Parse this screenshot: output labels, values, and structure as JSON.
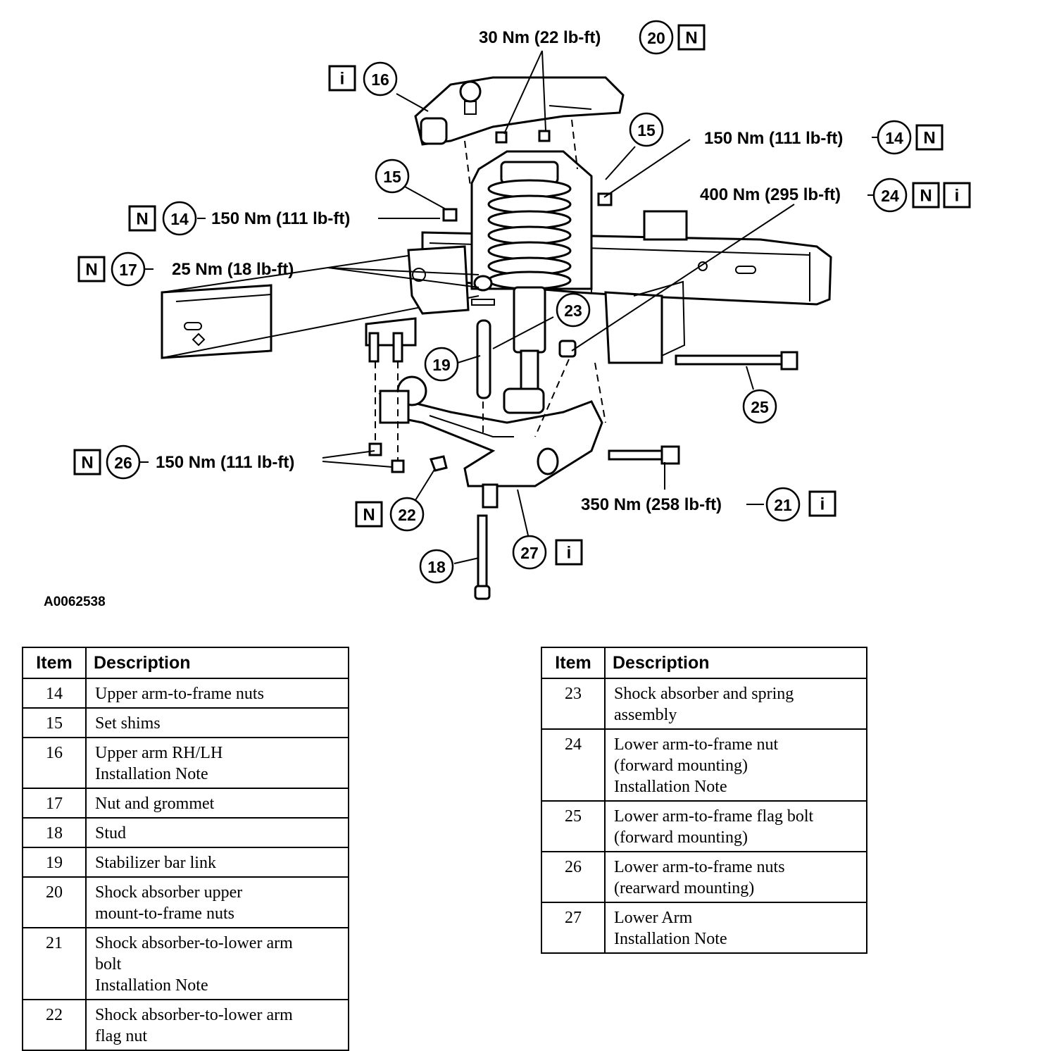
{
  "figure_id": "A0062538",
  "torque_labels": {
    "t20": "30 Nm (22 lb-ft)",
    "t14_right": "150 Nm (111 lb-ft)",
    "t24": "400 Nm (295 lb-ft)",
    "t14_left": "150 Nm (111 lb-ft)",
    "t17": "25 Nm (18 lb-ft)",
    "t26": "150 Nm (111 lb-ft)",
    "t21": "350 Nm (258 lb-ft)"
  },
  "callout_numbers": {
    "c14a": "14",
    "c14b": "14",
    "c15a": "15",
    "c15b": "15",
    "c16": "16",
    "c17": "17",
    "c18": "18",
    "c19": "19",
    "c20": "20",
    "c21": "21",
    "c22": "22",
    "c23": "23",
    "c24": "24",
    "c25": "25",
    "c26": "26",
    "c27": "27"
  },
  "note_letters": {
    "n": "N",
    "i": "i"
  },
  "table_headers": {
    "item": "Item",
    "description": "Description"
  },
  "items_left": [
    {
      "item": "14",
      "lines": [
        "Upper arm-to-frame nuts"
      ]
    },
    {
      "item": "15",
      "lines": [
        "Set shims"
      ]
    },
    {
      "item": "16",
      "lines": [
        "Upper arm RH/LH",
        "Installation Note"
      ]
    },
    {
      "item": "17",
      "lines": [
        "Nut and grommet"
      ]
    },
    {
      "item": "18",
      "lines": [
        "Stud"
      ]
    },
    {
      "item": "19",
      "lines": [
        "Stabilizer bar link"
      ]
    },
    {
      "item": "20",
      "lines": [
        "Shock absorber upper",
        "mount-to-frame nuts"
      ]
    },
    {
      "item": "21",
      "lines": [
        "Shock absorber-to-lower arm",
        "bolt",
        "Installation Note"
      ]
    },
    {
      "item": "22",
      "lines": [
        "Shock absorber-to-lower arm",
        "flag nut"
      ]
    }
  ],
  "items_right": [
    {
      "item": "23",
      "lines": [
        "Shock absorber and spring",
        "assembly"
      ]
    },
    {
      "item": "24",
      "lines": [
        "Lower arm-to-frame nut",
        "(forward mounting)",
        "Installation Note"
      ]
    },
    {
      "item": "25",
      "lines": [
        "Lower arm-to-frame flag bolt",
        "(forward mounting)"
      ]
    },
    {
      "item": "26",
      "lines": [
        "Lower arm-to-frame nuts",
        "(rearward mounting)"
      ]
    },
    {
      "item": "27",
      "lines": [
        "Lower Arm",
        "Installation Note"
      ]
    }
  ]
}
